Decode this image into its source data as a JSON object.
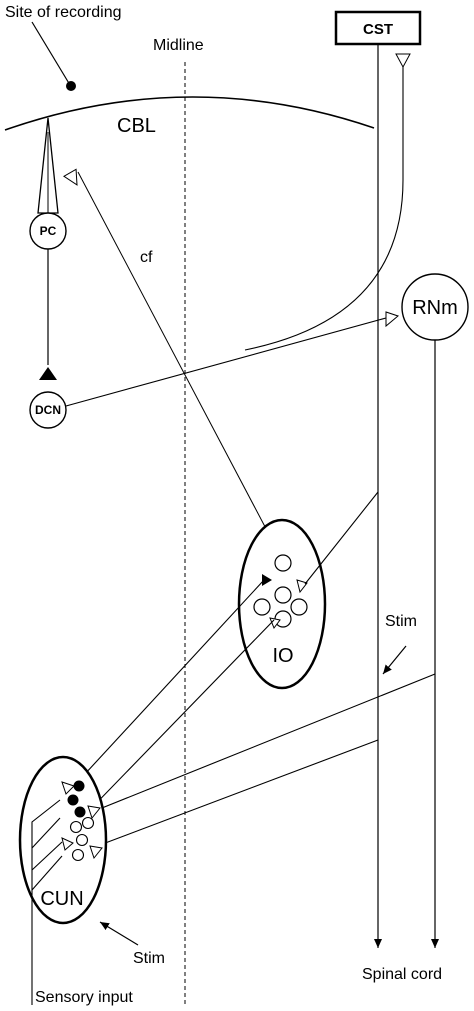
{
  "labels": {
    "site_of_recording": "Site of recording",
    "midline": "Midline",
    "cbl": "CBL",
    "cst": "CST",
    "pc": "PC",
    "cf": "cf",
    "rnm": "RNm",
    "dcn": "DCN",
    "io": "IO",
    "stim_io": "Stim",
    "cun": "CUN",
    "stim_cun": "Stim",
    "spinal_cord": "Spinal cord",
    "sensory_input": "Sensory input"
  },
  "colors": {
    "stroke": "#000000",
    "background": "#ffffff"
  }
}
